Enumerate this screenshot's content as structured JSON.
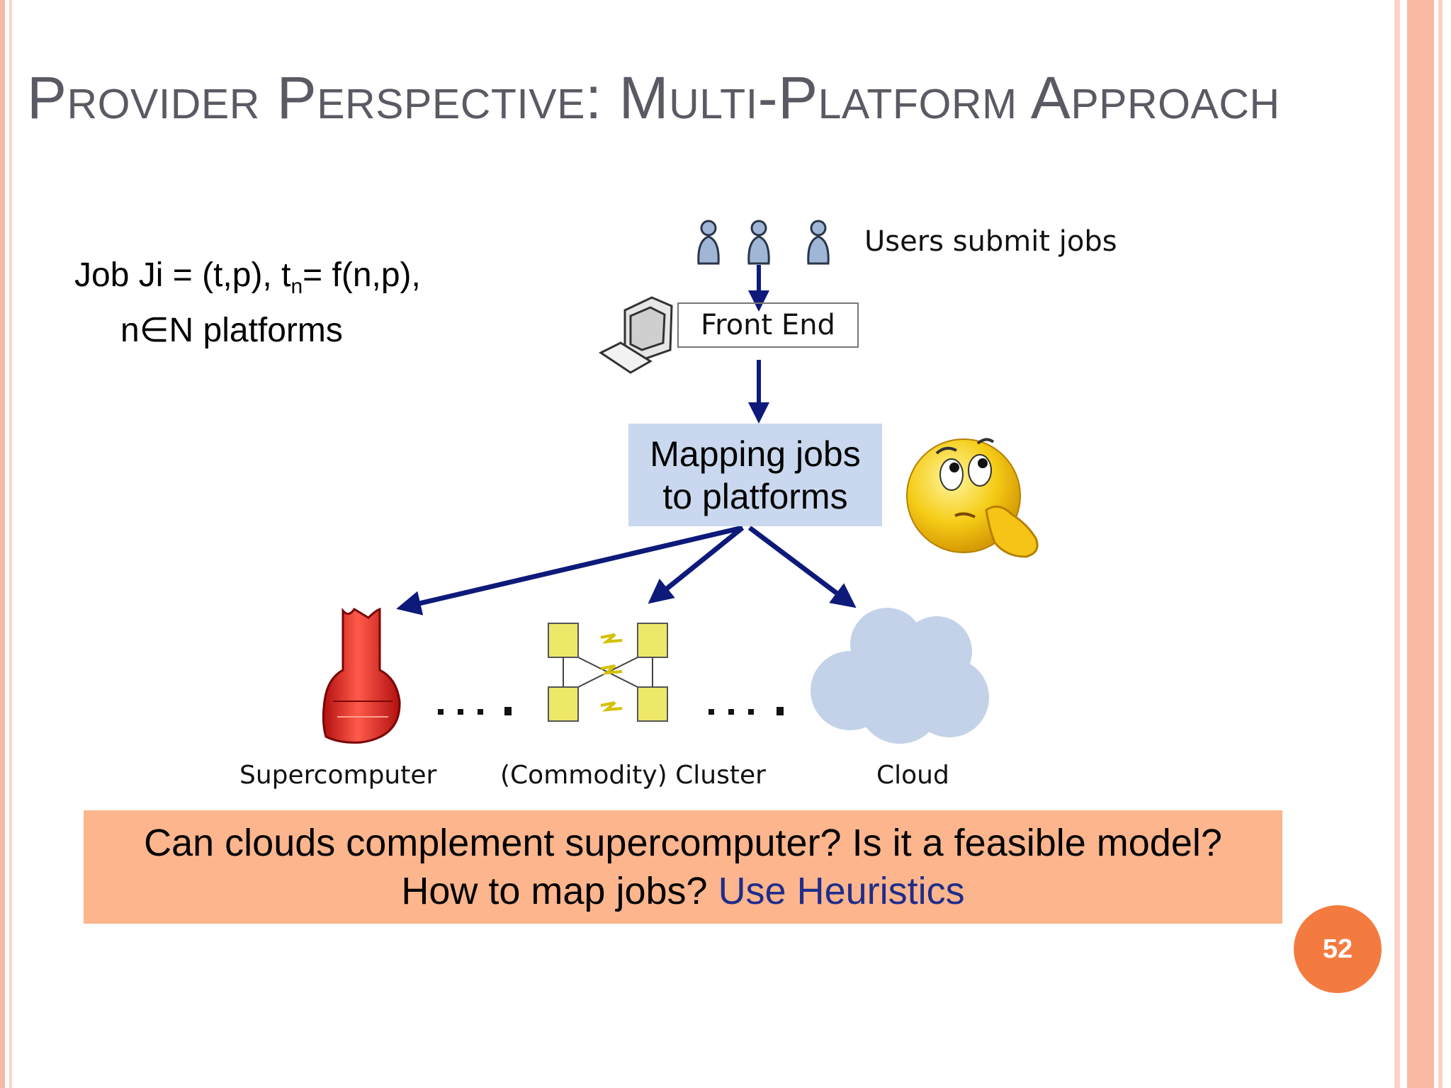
{
  "slide": {
    "title": "Provider Perspective: Multi-Platform Approach",
    "formula_part1": "Job Ji = (t,p), t",
    "formula_sub": "n",
    "formula_part2": "= f(n,p),",
    "formula_line2": "n∈N platforms",
    "page_number": "52"
  },
  "diagram": {
    "users_label": "Users submit jobs",
    "front_end_label": "Front End",
    "mapping_line1": "Mapping jobs",
    "mapping_line2": "to platforms",
    "platforms": [
      {
        "label": "Supercomputer"
      },
      {
        "label": "(Commodity) Cluster"
      },
      {
        "label": "Cloud"
      }
    ],
    "arrow_color": "#0d1a7a"
  },
  "question": {
    "line1": "Can clouds complement supercomputer? Is it a feasible model?",
    "line2_prefix": "How to map jobs? ",
    "line2_accent": "Use Heuristics"
  },
  "colors": {
    "title": "#5a5a64",
    "mapping_box": "#c9d8ee",
    "question_box": "#fcb58d",
    "accent": "#1f2d8a",
    "page_badge": "#f47b3f"
  }
}
